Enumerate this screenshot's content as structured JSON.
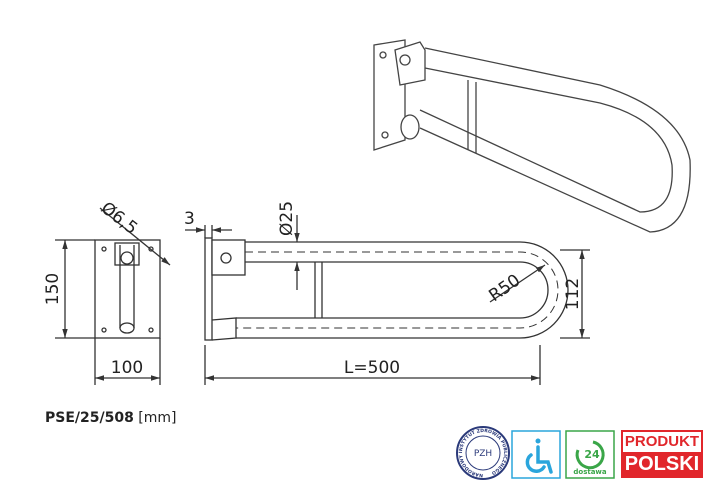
{
  "drawing": {
    "dimensions": {
      "hole_diameter": "Ø6,5",
      "plate_height": "150",
      "plate_width": "100",
      "plate_thickness": "3",
      "tube_diameter": "Ø25",
      "bend_radius": "R50",
      "length": "L=500",
      "height": "112"
    }
  },
  "product": {
    "code": "PSE/25/508",
    "unit": "[mm]"
  },
  "badges": {
    "pzh": {
      "label": "PZH",
      "ring_text": "NARODOWY INSTYTUT ZDROWIA PUBLICZNEGO"
    },
    "delivery": {
      "number": "24",
      "label": "dostawa"
    },
    "polish": {
      "line1": "PRODUKT",
      "line2": "POLSKI"
    }
  },
  "colors": {
    "line": "#333333",
    "blue": "#2aa5dc",
    "green": "#3aa648",
    "red": "#e1262b",
    "navy": "#2b3a7a"
  }
}
